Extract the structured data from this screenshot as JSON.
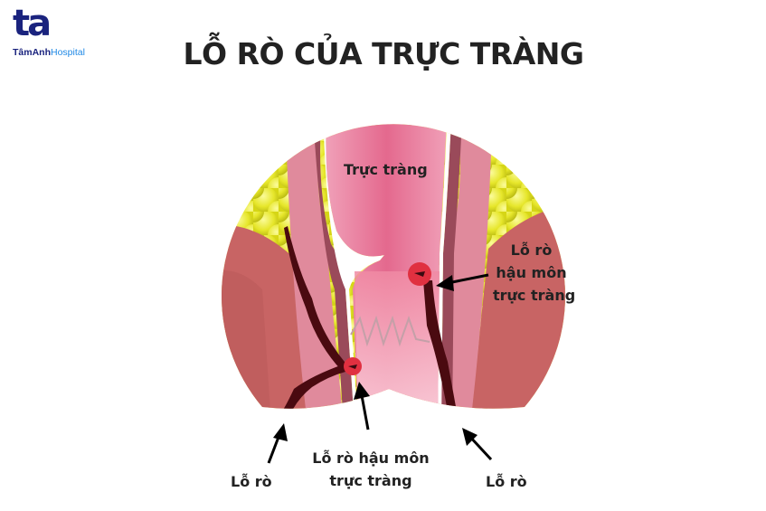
{
  "logo": {
    "mark": "ta",
    "name_part1": "TâmAnh",
    "name_part2": "Hospital"
  },
  "title": "LỖ RÒ CỦA TRỰC TRÀNG",
  "labels": {
    "rectum": "Trực tràng",
    "right_fistula": [
      "Lỗ rò",
      "hậu môn",
      "trực tràng"
    ],
    "center_fistula": [
      "Lỗ rò hậu môn",
      "trực tràng"
    ],
    "left_opening": "Lỗ rò",
    "right_opening": "Lỗ rò"
  },
  "colors": {
    "title_text": "#222222",
    "brand_dark": "#1a237e",
    "brand_light": "#1e88e5",
    "fat": "#e6e62a",
    "muscle": "#c86464",
    "wall": "#e08a9c",
    "lumen": "#e9799a",
    "fistula_tract": "#4a0a10",
    "opening": "#e03040"
  }
}
